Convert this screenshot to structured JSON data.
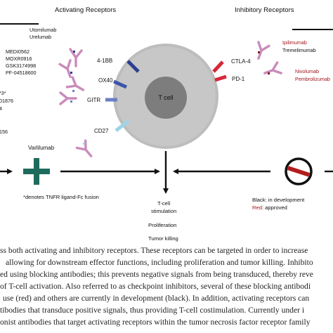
{
  "header": {
    "activating": "Activating Receptors",
    "inhibitory": "Inhibitory Receptors"
  },
  "left_drugs": {
    "group1": [
      "Utomilumab",
      "Urelumab"
    ],
    "group2": [
      "MEDI0562",
      "MOXR0916",
      "GSK3174998",
      "PF-04518600"
    ],
    "group3": [
      "*3*",
      "01876",
      "4",
      "156"
    ],
    "varlilumab": "Varlilumab"
  },
  "activating_receptors": [
    "4-1BB",
    "OX40",
    "GITR",
    "CD27"
  ],
  "inhibitory_receptors": [
    "CTLA-4",
    "PD-1"
  ],
  "right_drugs": {
    "ctla4": [
      {
        "name": "Ipilimumab",
        "approved": true
      },
      {
        "name": "Tremelimumab",
        "approved": false
      }
    ],
    "pd1": [
      {
        "name": "Nivolumab",
        "approved": true
      },
      {
        "name": "Pembrolizumab",
        "approved": true
      }
    ]
  },
  "cell_label": "T cell",
  "footnote": "*denotes TNFR ligand-Fc fusion",
  "outcomes": [
    "T-cell",
    "stimulation",
    "Proliferation",
    "Tumor killing"
  ],
  "legend": {
    "black": "Black: in development",
    "red_prefix": "Red",
    "red_rest": ": approved"
  },
  "colors": {
    "receptor_4_1bb": "#2e3f8f",
    "receptor_ox40": "#3b55a8",
    "receptor_gitr": "#6b7fc0",
    "receptor_cd27": "#9fd3e6",
    "inhibitory_receptor": "#d62839",
    "antibody": "#c98bbb",
    "plus_sign": "#1e6b5c",
    "approved_text": "#a3151c",
    "cell_outer": "#b8b8b8",
    "cell_inner": "#7d7d7d"
  },
  "caption_lines": [
    "ss both activating and inhibitory receptors. These receptors can be targeted in order to increase",
    "allowing for downstream effector functions, including proliferation and tumor killing. Inhibito",
    "ed using blocking antibodies; this prevents negative signals from being transduced, thereby reve",
    "of T-cell activation. Also referred to as checkpoint inhibitors, several of these blocking antibodi",
    "use (red) and others are currently in development (black). In addition, activating receptors can",
    "tibodies that transduce positive signals, thus providing T-cell costimulation. Currently under i",
    "onist antibodies that target activating receptors within the tumor necrosis factor receptor family"
  ]
}
